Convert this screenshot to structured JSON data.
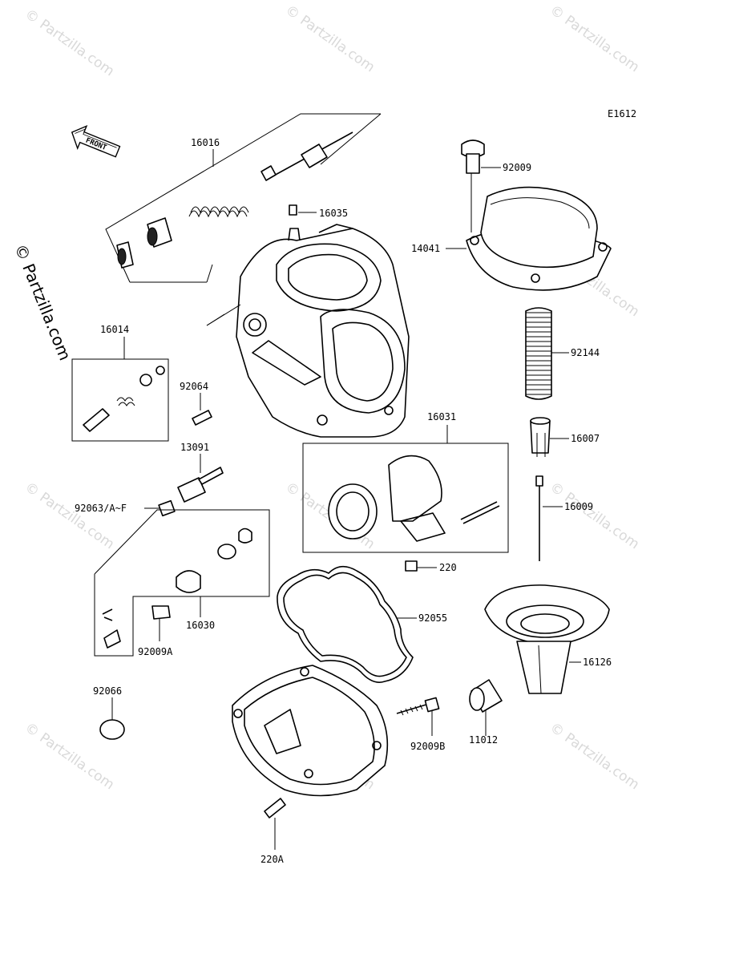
{
  "diagram": {
    "code": "E1612",
    "front_label": "FRONT",
    "watermark": "© Partzilla.com",
    "side_watermark": "© Partzilla.com"
  },
  "callouts": [
    {
      "id": "16016",
      "label": "16016"
    },
    {
      "id": "16035",
      "label": "16035"
    },
    {
      "id": "92009",
      "label": "92009"
    },
    {
      "id": "14041",
      "label": "14041"
    },
    {
      "id": "16014",
      "label": "16014"
    },
    {
      "id": "92144",
      "label": "92144"
    },
    {
      "id": "92064",
      "label": "92064"
    },
    {
      "id": "16031",
      "label": "16031"
    },
    {
      "id": "16007",
      "label": "16007"
    },
    {
      "id": "13091",
      "label": "13091"
    },
    {
      "id": "16009",
      "label": "16009"
    },
    {
      "id": "92063",
      "label": "92063/A~F"
    },
    {
      "id": "220",
      "label": "220"
    },
    {
      "id": "92055",
      "label": "92055"
    },
    {
      "id": "16030",
      "label": "16030"
    },
    {
      "id": "92009A",
      "label": "92009A"
    },
    {
      "id": "16126",
      "label": "16126"
    },
    {
      "id": "92066",
      "label": "92066"
    },
    {
      "id": "92009B",
      "label": "92009B"
    },
    {
      "id": "11012",
      "label": "11012"
    },
    {
      "id": "220A",
      "label": "220A"
    }
  ]
}
